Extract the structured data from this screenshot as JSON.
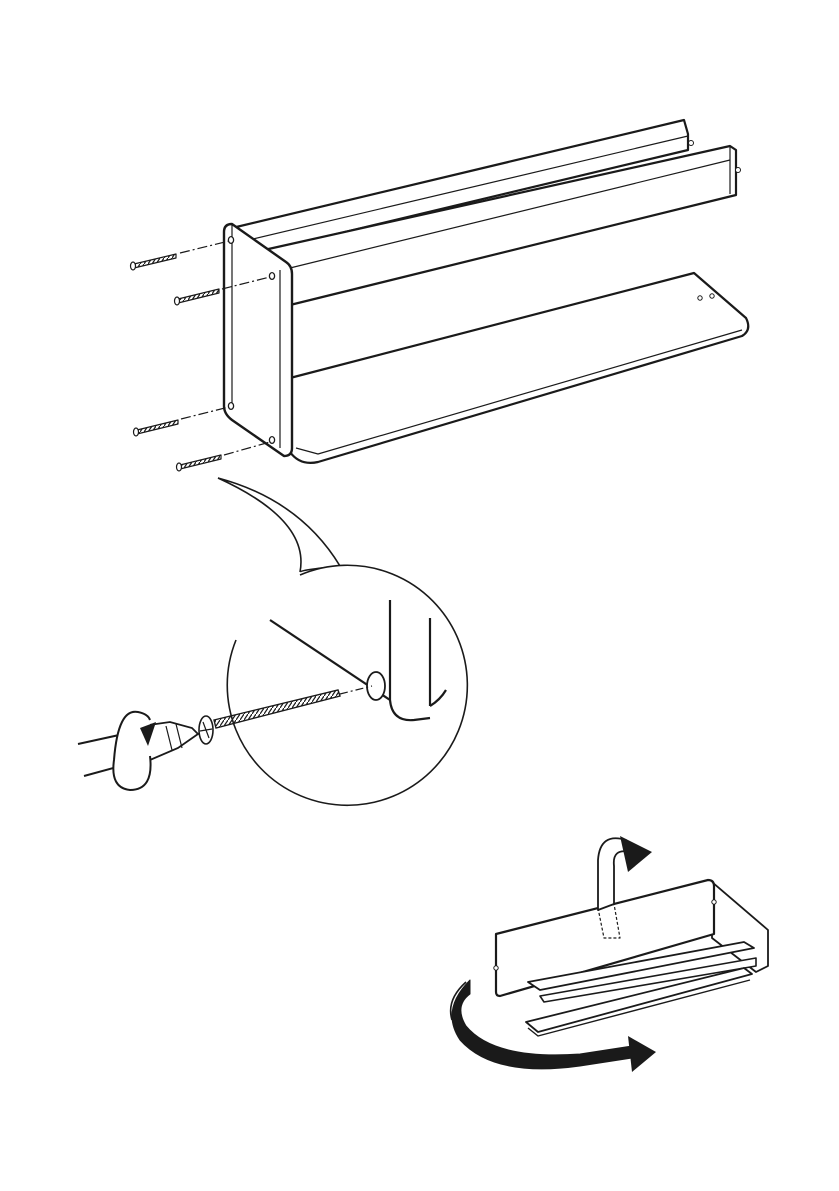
{
  "page": {
    "background": "#ffffff",
    "ink": "#1a1a1a"
  },
  "figures": {
    "assembly": {
      "screw_count": 4
    },
    "detail_callout": {
      "tool": "screwdriver-icon",
      "rotation": "clockwise"
    },
    "flip_instruction": {
      "rotations": [
        "flip-forward",
        "rotate-horizontal"
      ]
    }
  }
}
